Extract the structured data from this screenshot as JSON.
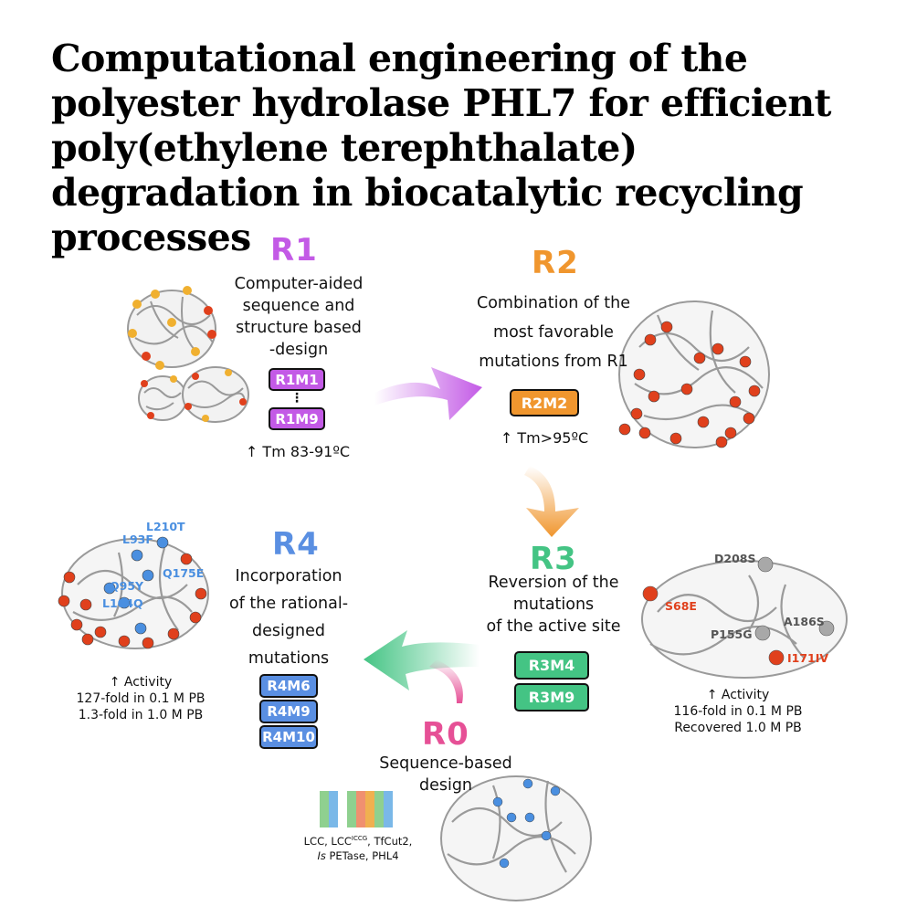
{
  "title": "Computational engineering of the polyester hydrolase PHL7 for efficient poly(ethylene terephthalate) degradation in biocatalytic recycling processes",
  "colors": {
    "r1": "#c35ae6",
    "r2": "#f0962e",
    "r3": "#44c484",
    "r4": "#5a8fe2",
    "r0": "#e65096",
    "mutation_red": "#e0401c",
    "mutation_blue": "#4a8fe0",
    "mutation_grey": "#a8a8a8",
    "mutation_yellow": "#f0b030"
  },
  "r1": {
    "label": "R1",
    "desc": [
      "Computer-aided",
      "sequence and",
      "structure based",
      "-design"
    ],
    "boxes": [
      "R1M1",
      "⋮",
      "R1M9"
    ],
    "note": "↑ Tm 83-91ºC"
  },
  "r2": {
    "label": "R2",
    "desc": [
      "Combination of the",
      "most favorable",
      "mutations from R1"
    ],
    "boxes": [
      "R2M2"
    ],
    "note": "↑ Tm>95ºC"
  },
  "r3": {
    "label": "R3",
    "desc": [
      "Reversion of the",
      "mutations",
      "of the active site"
    ],
    "boxes": [
      "R3M4",
      "R3M9"
    ],
    "note": [
      "↑ Activity",
      "116-fold in 0.1 M PB",
      "Recovered 1.0 M PB"
    ],
    "mutations": [
      "D208S",
      "S68E",
      "P155G",
      "A186S",
      "I171IV"
    ]
  },
  "r4": {
    "label": "R4",
    "desc": [
      "Incorporation",
      "of the rational-",
      "designed",
      "mutations"
    ],
    "boxes": [
      "R4M6",
      "R4M9",
      "R4M10"
    ],
    "note": [
      "↑ Activity",
      "127-fold in 0.1 M PB",
      "1.3-fold in 1.0 M PB"
    ],
    "mutations": [
      "L210T",
      "L93F",
      "Q95Y",
      "Q175E",
      "L104Q"
    ]
  },
  "r0": {
    "label": "R0",
    "desc": [
      "Sequence-based",
      "design"
    ],
    "sources": [
      "LCC, LCC",
      "ICCG",
      ", TfCut2,",
      "Is",
      "PETase, PHL4"
    ]
  }
}
